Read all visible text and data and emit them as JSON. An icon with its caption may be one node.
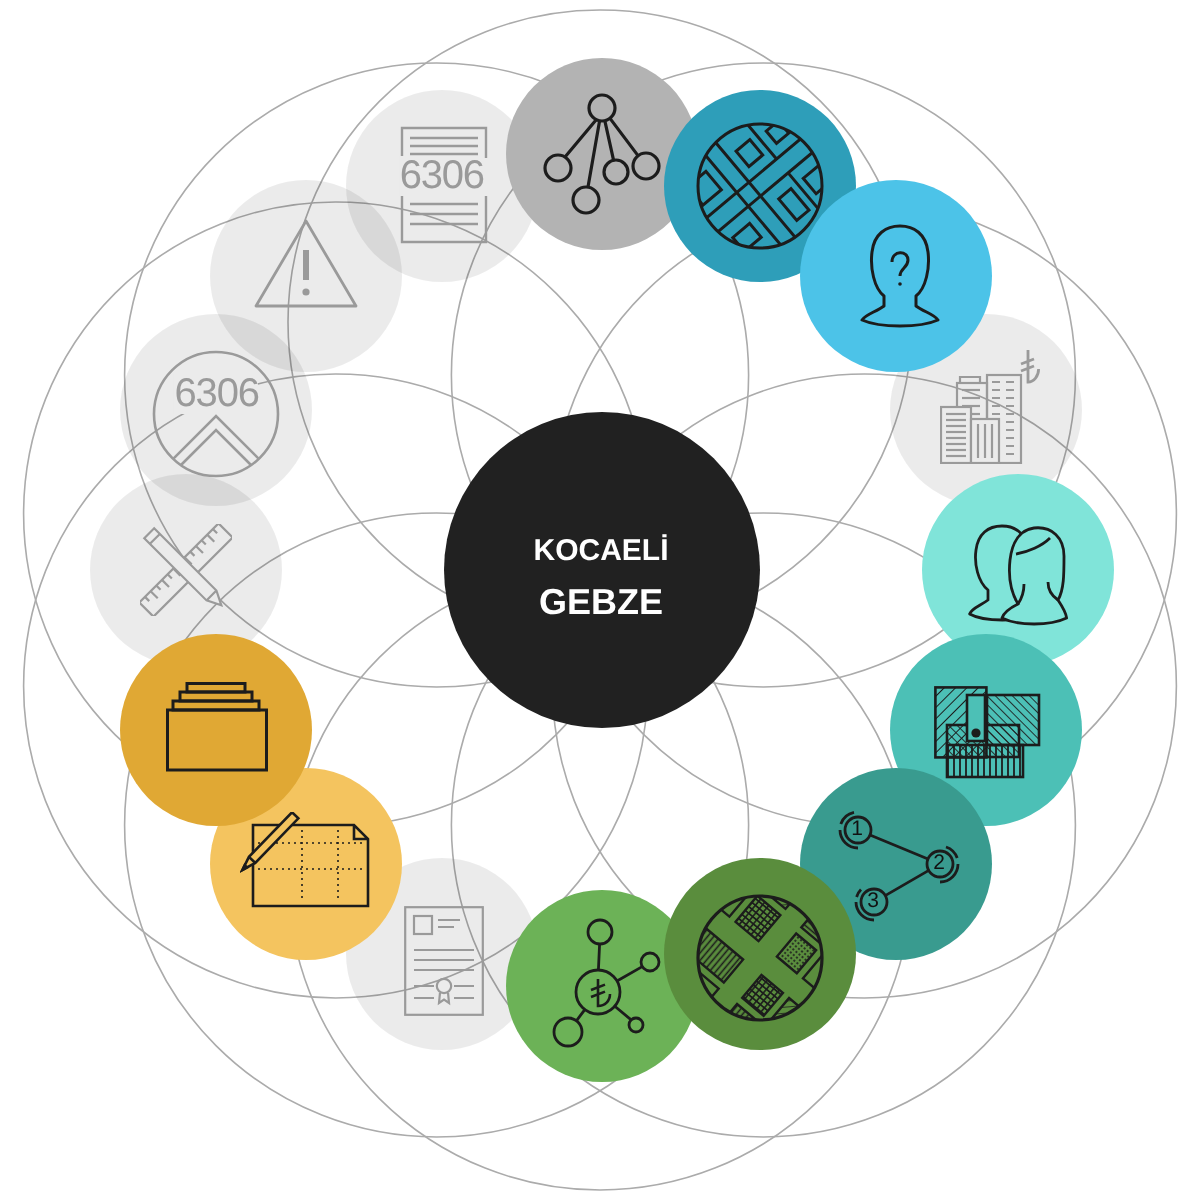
{
  "diagram": {
    "nodes": [
      {
        "text": [
          "KOCAELİ",
          "GEBZE"
        ]
      },
      {
        "text": [],
        "shape": "circle"
      },
      {
        "text": [],
        "shape": "circle"
      },
      {
        "text": [],
        "shape": "circle"
      },
      {
        "text": [],
        "shape": "circle"
      },
      {
        "text": [],
        "shape": "circle"
      },
      {
        "text": [],
        "shape": "circle"
      },
      {
        "text": [
          "1",
          "2",
          "3"
        ]
      },
      {
        "text": [],
        "shape": "circle"
      },
      {
        "text": [],
        "shape": "circle"
      },
      {
        "text": [],
        "shape": "circle"
      },
      {
        "text": [],
        "shape": "circle"
      },
      {
        "text": [],
        "shape": "circle"
      },
      {
        "text": [],
        "shape": "circle"
      },
      {
        "text": [
          "6306"
        ]
      },
      {
        "text": [],
        "shape": "circle"
      },
      {
        "text": [
          "6306"
        ]
      }
    ]
  }
}
